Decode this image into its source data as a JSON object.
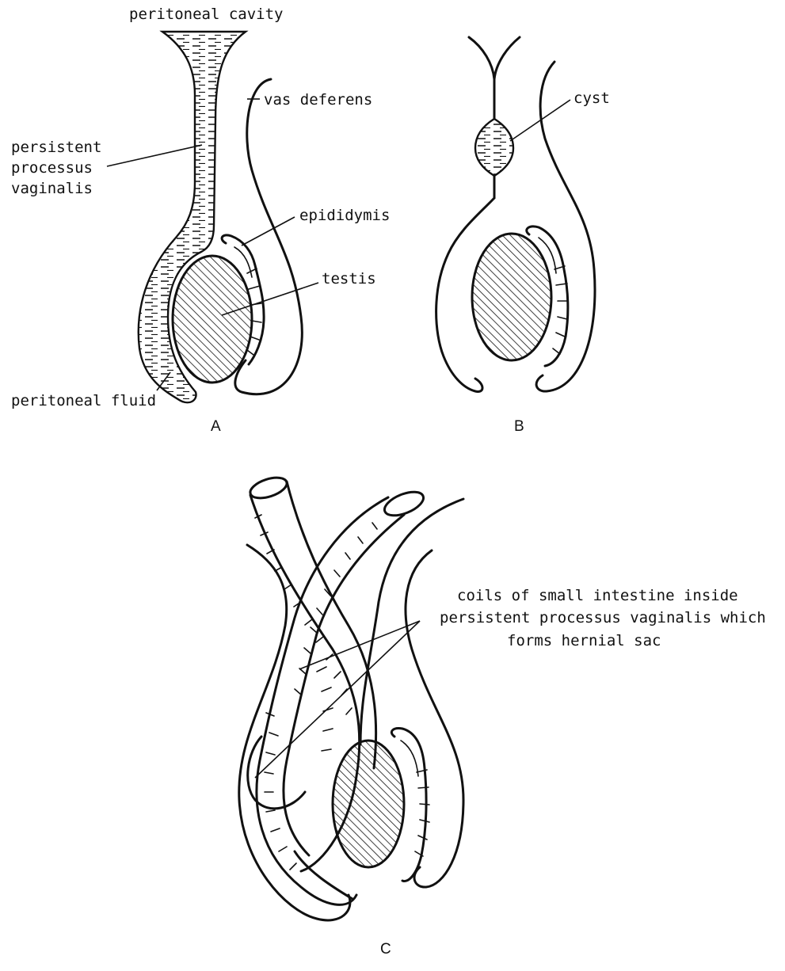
{
  "panel_a": {
    "label": "A",
    "text_peritoneal_cavity": "peritoneal cavity",
    "text_vas_deferens": "vas deferens",
    "text_ppv_1": "persistent",
    "text_ppv_2": "processus",
    "text_ppv_3": "vaginalis",
    "text_epididymis": "epididymis",
    "text_testis": "testis",
    "text_peritoneal_fluid": "peritoneal fluid"
  },
  "panel_b": {
    "label": "B",
    "text_cyst": "cyst"
  },
  "panel_c": {
    "label": "C",
    "caption_line_1": "coils of small intestine inside",
    "caption_line_2": "persistent processus vaginalis which",
    "caption_line_3": "forms hernial sac"
  }
}
